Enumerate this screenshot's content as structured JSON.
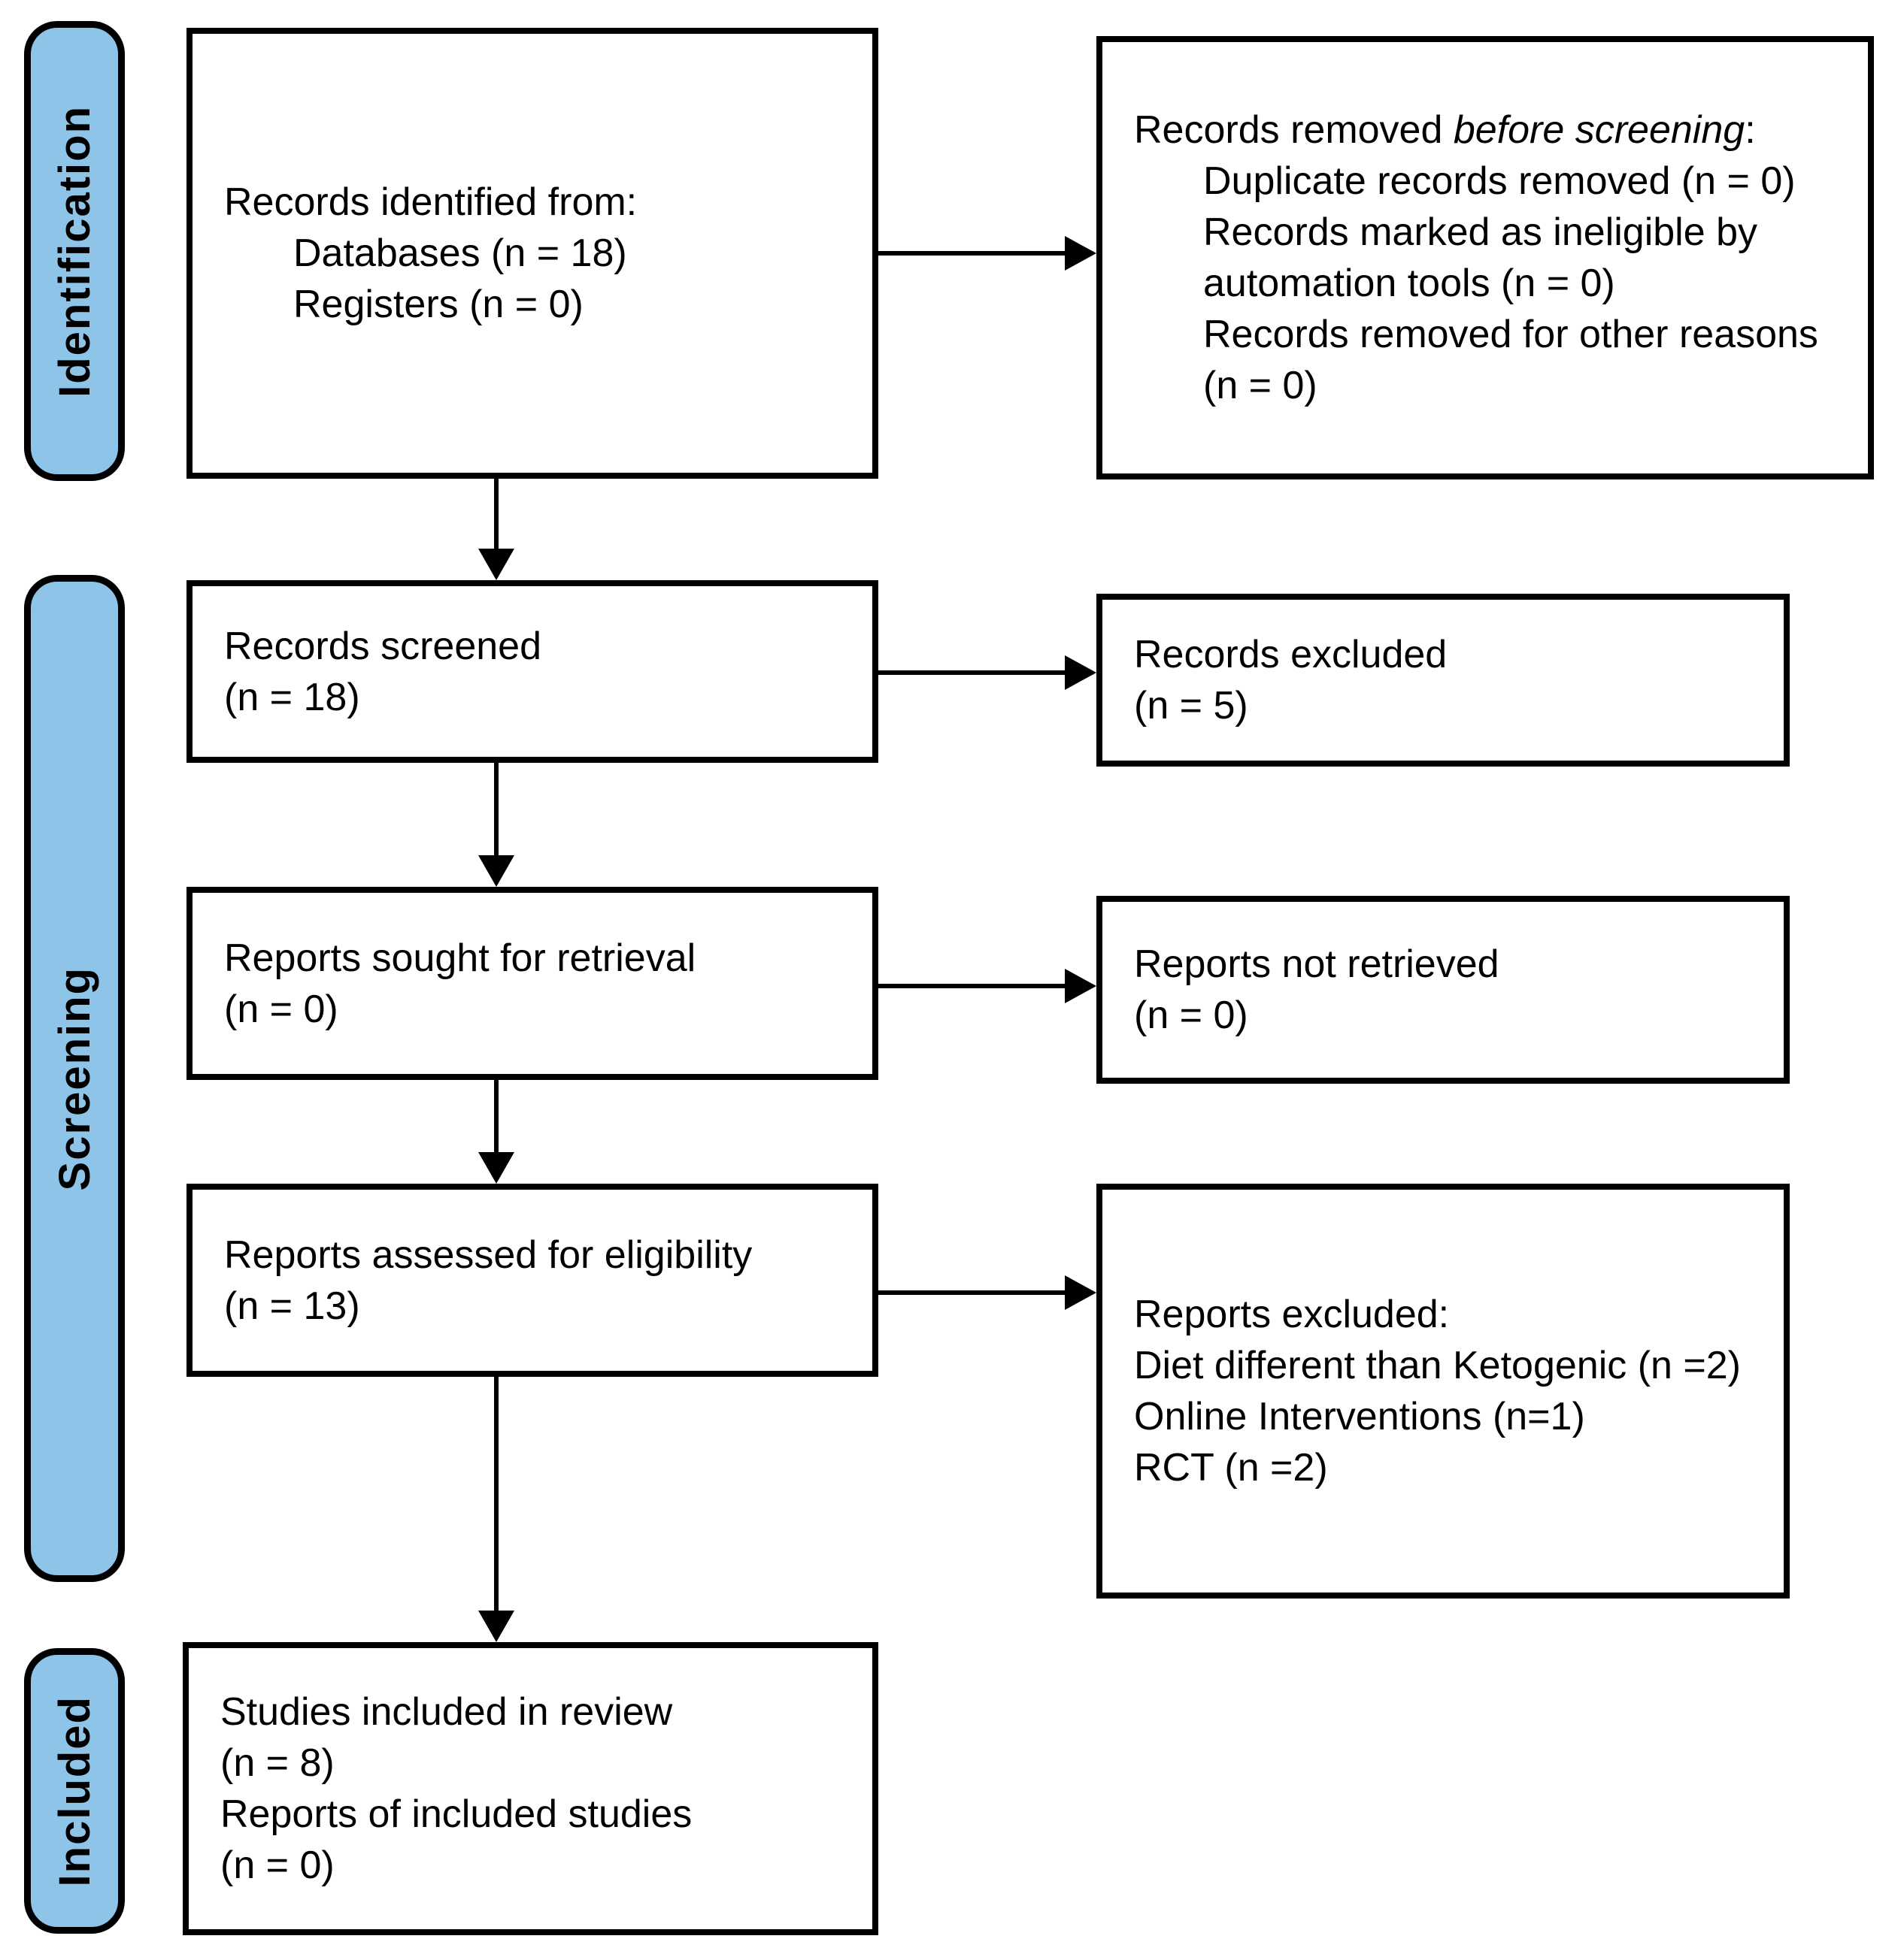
{
  "diagram_type": "prisma-flow-diagram",
  "colors": {
    "phase_bar_fill": "#8DC4E8",
    "border": "#000000",
    "background": "#ffffff",
    "text": "#000000"
  },
  "sidebar": {
    "identification_label": "Identification",
    "screening_label": "Screening",
    "included_label": "Included"
  },
  "flow": {
    "identified": {
      "lines": [
        {
          "segments": [
            {
              "t": "Records identified from:"
            }
          ]
        },
        {
          "indent": true,
          "segments": [
            {
              "t": "Databases (n = 18)"
            }
          ]
        },
        {
          "indent": true,
          "segments": [
            {
              "t": "Registers (n = 0)"
            }
          ]
        }
      ]
    },
    "removed": {
      "lines": [
        {
          "segments": [
            {
              "t": "Records removed "
            },
            {
              "t": "before screening",
              "italic": true
            },
            {
              "t": ":"
            }
          ]
        },
        {
          "indent": true,
          "segments": [
            {
              "t": "Duplicate records removed (n = 0)"
            }
          ]
        },
        {
          "indent": true,
          "segments": [
            {
              "t": "Records marked as ineligible by automation tools (n = 0)"
            }
          ]
        },
        {
          "indent": true,
          "segments": [
            {
              "t": "Records removed for other reasons (n = 0)"
            }
          ]
        }
      ]
    },
    "screened": {
      "lines": [
        {
          "segments": [
            {
              "t": "Records screened"
            }
          ]
        },
        {
          "segments": [
            {
              "t": "(n = 18)"
            }
          ]
        }
      ]
    },
    "records_excluded": {
      "lines": [
        {
          "segments": [
            {
              "t": "Records excluded"
            }
          ]
        },
        {
          "segments": [
            {
              "t": "(n = 5)"
            }
          ]
        }
      ]
    },
    "sought": {
      "lines": [
        {
          "segments": [
            {
              "t": "Reports sought for retrieval"
            }
          ]
        },
        {
          "segments": [
            {
              "t": "(n = 0)"
            }
          ]
        }
      ]
    },
    "not_retrieved": {
      "lines": [
        {
          "segments": [
            {
              "t": "Reports not retrieved"
            }
          ]
        },
        {
          "segments": [
            {
              "t": "(n = 0)"
            }
          ]
        }
      ]
    },
    "assessed": {
      "lines": [
        {
          "segments": [
            {
              "t": "Reports assessed for eligibility"
            }
          ]
        },
        {
          "segments": [
            {
              "t": "(n = 13)"
            }
          ]
        }
      ]
    },
    "reports_excluded": {
      "lines": [
        {
          "segments": [
            {
              "t": "Reports excluded:"
            }
          ]
        },
        {
          "segments": [
            {
              "t": "Diet different than Ketogenic (n =2)"
            }
          ]
        },
        {
          "segments": [
            {
              "t": "Online Interventions (n=1)"
            }
          ]
        },
        {
          "segments": [
            {
              "t": "RCT (n =2)"
            }
          ]
        }
      ]
    },
    "included_studies": {
      "lines": [
        {
          "segments": [
            {
              "t": "Studies included in review"
            }
          ]
        },
        {
          "segments": [
            {
              "t": "(n = 8)"
            }
          ]
        },
        {
          "segments": [
            {
              "t": "Reports of included studies"
            }
          ]
        },
        {
          "segments": [
            {
              "t": "(n = 0)"
            }
          ]
        }
      ]
    }
  }
}
